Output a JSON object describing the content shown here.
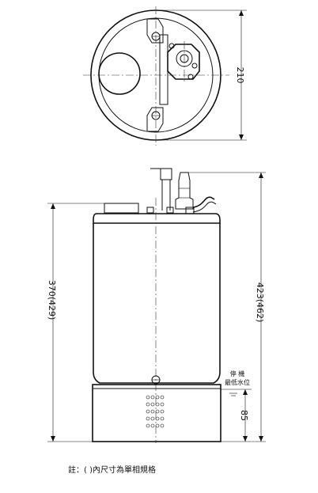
{
  "dimensions": {
    "top_width": "210",
    "overall_height": "423(462)",
    "body_height": "370(429)",
    "low_level": "85"
  },
  "labels": {
    "stop_level_line1": "停 機",
    "stop_level_line2": "最低水位"
  },
  "note": "註：( )內尺寸為單相規格"
}
